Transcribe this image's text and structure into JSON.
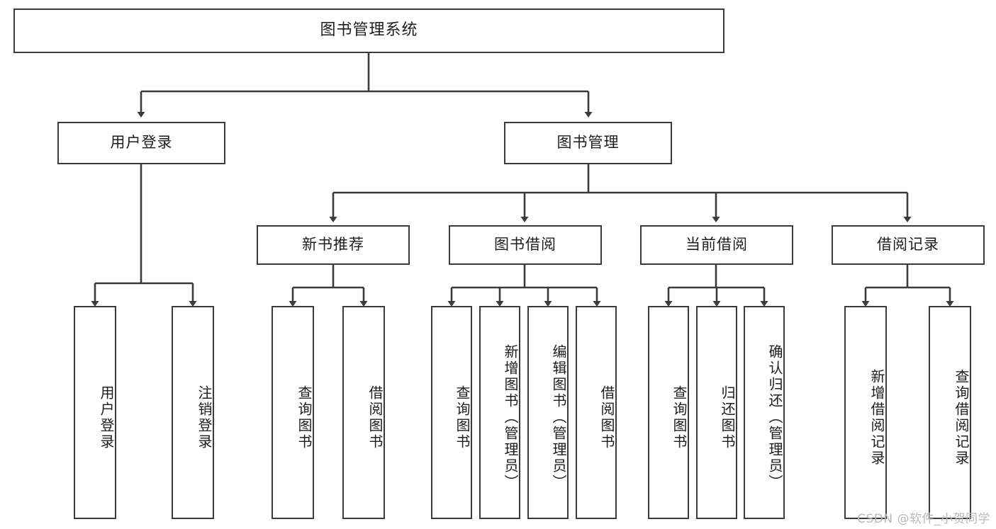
{
  "diagram": {
    "title": "图书管理系统",
    "watermark": "CSDN @软件_小贺同学",
    "stroke_color": "#3b3b3b",
    "background_color": "#ffffff",
    "text_color": "#1d1d1d",
    "root": {
      "label": "图书管理系统"
    },
    "level2": [
      {
        "label": "用户登录"
      },
      {
        "label": "图书管理"
      }
    ],
    "level3": [
      {
        "label": "新书推荐"
      },
      {
        "label": "图书借阅"
      },
      {
        "label": "当前借阅"
      },
      {
        "label": "借阅记录"
      }
    ],
    "leaves_user_login": [
      {
        "label": "用户登录"
      },
      {
        "label": "注销登录"
      }
    ],
    "leaves_new_book": [
      {
        "label": "查询图书"
      },
      {
        "label": "借阅图书"
      }
    ],
    "leaves_borrow": [
      {
        "label": "查询图书"
      },
      {
        "label": "新增图书（管理员）"
      },
      {
        "label": "编辑图书（管理员）"
      },
      {
        "label": "借阅图书"
      }
    ],
    "leaves_current": [
      {
        "label": "查询图书"
      },
      {
        "label": "归还图书"
      },
      {
        "label": "确认归还（管理员）"
      }
    ],
    "leaves_records": [
      {
        "label": "新增借阅记录"
      },
      {
        "label": "查询借阅记录"
      }
    ]
  }
}
